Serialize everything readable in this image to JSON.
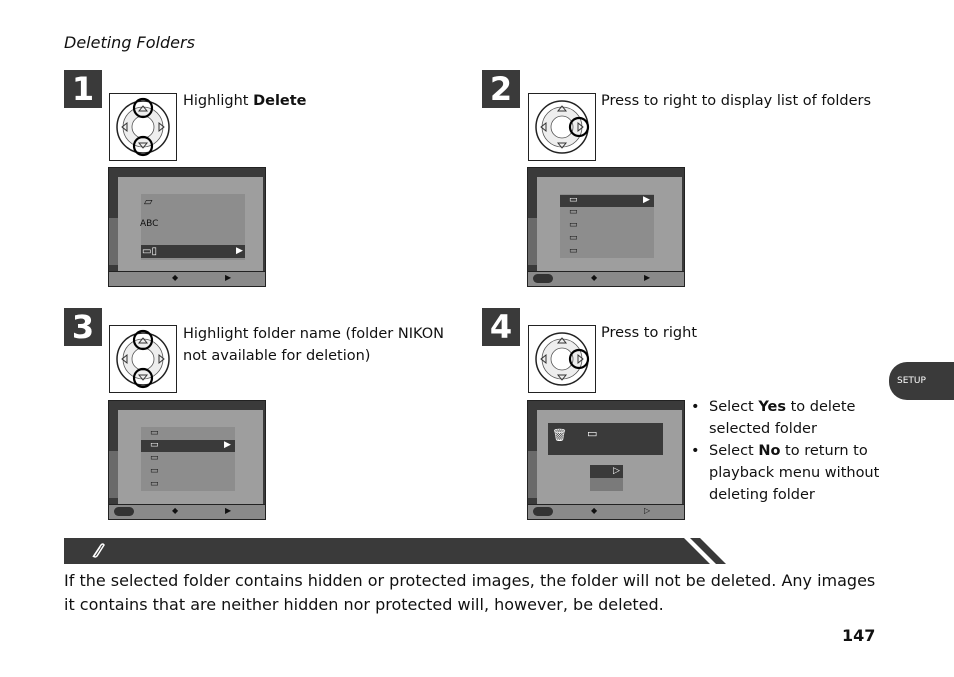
{
  "header": {
    "title": "Deleting Folders"
  },
  "steps": [
    {
      "number": "1",
      "caption_prefix": "Highlight ",
      "caption_bold": "Delete",
      "caption_suffix": ""
    },
    {
      "number": "2",
      "caption": "Press to right to display list of folders"
    },
    {
      "number": "3",
      "caption": "Highlight folder name (folder NIKON not available for deletion)"
    },
    {
      "number": "4",
      "caption": "Press to right"
    }
  ],
  "bullets": [
    {
      "prefix": "Select ",
      "bold": "Yes",
      "suffix": " to delete selected folder"
    },
    {
      "prefix": "Select ",
      "bold": "No",
      "suffix": " to return to playback menu without deleting folder"
    }
  ],
  "screen1": {
    "abc_label": "ABC"
  },
  "note": {
    "text": "If the selected folder contains hidden or protected images, the folder will not be deleted.  Any images it contains that are neither hidden nor protected will, however, be deleted."
  },
  "footer": {
    "page_number": "147",
    "tab_label": "SETUP"
  },
  "colors": {
    "dark_gray": "#3a3a3a",
    "screen_gray": "#9e9e9e"
  },
  "icons": [
    "pencil-clip-icon",
    "trash-icon",
    "folder-icon",
    "multi-selector-icon"
  ]
}
